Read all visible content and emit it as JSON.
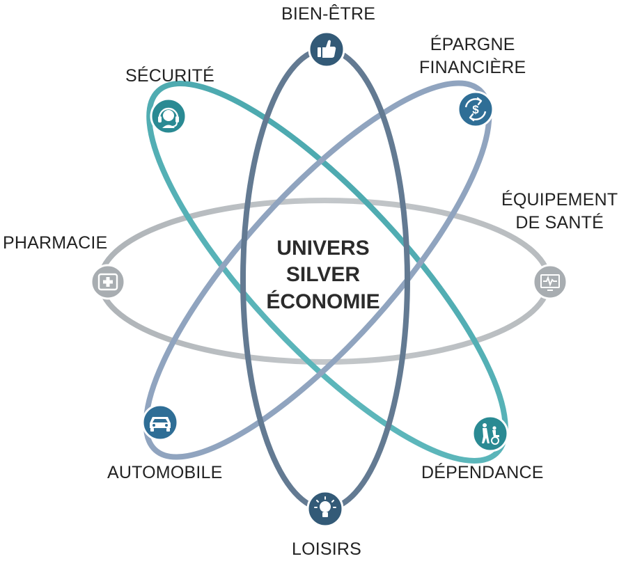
{
  "center": {
    "line1": "UNIVERS",
    "line2": "SILVER",
    "line3": "ÉCONOMIE"
  },
  "colors": {
    "blue_dark": "#2f5f82",
    "blue_grey": "#637a92",
    "teal": "#2a8a93",
    "teal_light": "#5fb5b8",
    "steel_blue": "#8fa3bf",
    "grey": "#b0b6ba",
    "text": "#222222"
  },
  "nodes": [
    {
      "id": "bien-etre",
      "label_lines": [
        "BIEN-ÊTRE"
      ],
      "icon": "thumbs-up-icon",
      "color": "#335a77"
    },
    {
      "id": "epargne",
      "label_lines": [
        "ÉPARGNE",
        "FINANCIÈRE"
      ],
      "icon": "savings-cycle-icon",
      "color": "#2f6e96"
    },
    {
      "id": "equipement",
      "label_lines": [
        "ÉQUIPEMENT",
        "DE SANTÉ"
      ],
      "icon": "monitor-icon",
      "color": "#a8adb1"
    },
    {
      "id": "dependance",
      "label_lines": [
        "DÉPENDANCE"
      ],
      "icon": "wheelchair-assist-icon",
      "color": "#2a8a93"
    },
    {
      "id": "loisirs",
      "label_lines": [
        "LOISIRS"
      ],
      "icon": "lightbulb-icon",
      "color": "#335a77"
    },
    {
      "id": "automobile",
      "label_lines": [
        "AUTOMOBILE"
      ],
      "icon": "car-icon",
      "color": "#2f6e96"
    },
    {
      "id": "pharmacie",
      "label_lines": [
        "PHARMACIE"
      ],
      "icon": "medical-cross-icon",
      "color": "#a8adb1"
    },
    {
      "id": "securite",
      "label_lines": [
        "SÉCURITÉ"
      ],
      "icon": "headset-icon",
      "color": "#2a8a93"
    }
  ]
}
